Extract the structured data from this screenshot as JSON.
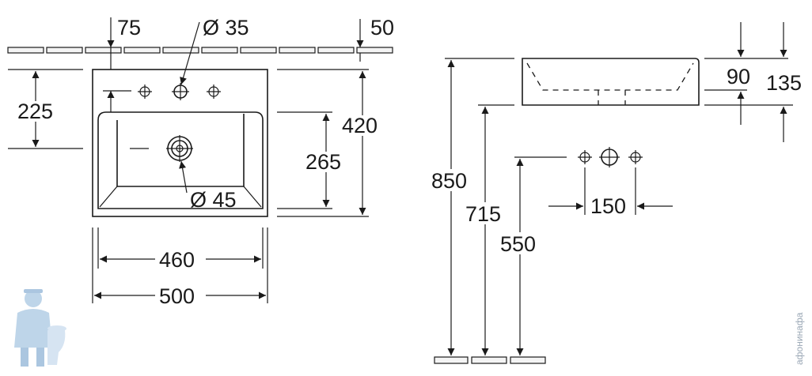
{
  "front_view": {
    "dim_tap_offset": "75",
    "dim_tap_hole": "Ø 35",
    "dim_tile": "50",
    "dim_tap_height": "225",
    "dim_depth": "420",
    "dim_bowl_depth": "265",
    "dim_drain": "Ø 45",
    "dim_bowl_width": "460",
    "dim_width": "500"
  },
  "side_view": {
    "dim_rim": "90",
    "dim_height": "135",
    "dim_total_height": "850",
    "dim_basin_bottom": "715",
    "dim_tap_connection": "550",
    "dim_tap_spacing": "150"
  },
  "watermark": {
    "text": "aфoнинaфa"
  },
  "colors": {
    "line": "#1a1a1a",
    "mascot": "#a9c7e2"
  }
}
